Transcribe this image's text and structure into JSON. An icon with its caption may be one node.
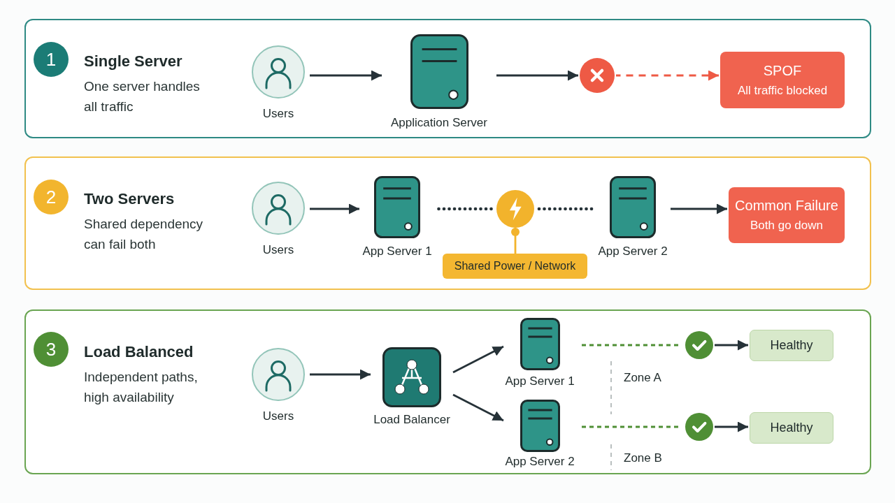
{
  "diagram": {
    "nodes": [
      {
        "text": [
          "Single Server",
          "One server handles all traffic"
        ]
      },
      {
        "text": [
          "1"
        ],
        "in": 0
      },
      {
        "text": [
          "Users"
        ],
        "in": 0
      },
      {
        "text": [
          "Application Server"
        ],
        "in": 0
      },
      {
        "text": [],
        "shape": "circle",
        "in": 0
      },
      {
        "text": [
          "SPOF",
          "All traffic blocked"
        ],
        "in": 0
      },
      {
        "text": [
          "Two Servers",
          "Shared dependency can fail both"
        ]
      },
      {
        "text": [
          "2"
        ],
        "in": 6
      },
      {
        "text": [
          "Users"
        ],
        "in": 6
      },
      {
        "text": [
          "App Server 1"
        ],
        "in": 6
      },
      {
        "text": [],
        "shape": "circle",
        "in": 6
      },
      {
        "text": [
          "Shared Power / Network"
        ],
        "in": 6
      },
      {
        "text": [
          "App Server 2"
        ],
        "in": 6
      },
      {
        "text": [
          "Common Failure",
          "Both go down"
        ],
        "in": 6
      },
      {
        "text": [
          "Load Balanced",
          "Independent paths, high availability"
        ]
      },
      {
        "text": [
          "3"
        ],
        "in": 14
      },
      {
        "text": [
          "Users"
        ],
        "in": 14
      },
      {
        "text": [
          "Load Balancer"
        ],
        "in": 14
      },
      {
        "text": [
          "App Server 1"
        ],
        "in": 14
      },
      {
        "text": [
          "App Server 2"
        ],
        "in": 14
      },
      {
        "text": [],
        "shape": "circle",
        "in": 14
      },
      {
        "text": [
          "Healthy"
        ],
        "in": 14
      },
      {
        "text": [],
        "shape": "circle",
        "in": 14
      },
      {
        "text": [
          "Healthy"
        ],
        "in": 14
      }
    ],
    "edges": [
      {
        "from": 2,
        "to": 3,
        "arrow": "to"
      },
      {
        "from": 3,
        "to": 4,
        "arrow": "to"
      },
      {
        "from": 4,
        "to": 5,
        "arrow": "to",
        "style": "dashed",
        "color": "#ee5a45"
      },
      {
        "from": 8,
        "to": 9,
        "arrow": "to"
      },
      {
        "from": 9,
        "to": 10,
        "arrow": "none",
        "style": "dashed"
      },
      {
        "from": 10,
        "to": 12,
        "arrow": "none",
        "style": "dashed"
      },
      {
        "from": 10,
        "to": 11,
        "arrow": "other",
        "color": "#f2b32c"
      },
      {
        "from": 12,
        "to": 13,
        "arrow": "to"
      },
      {
        "from": 16,
        "to": 17,
        "arrow": "to"
      },
      {
        "from": 17,
        "to": 18,
        "arrow": "to"
      },
      {
        "from": 17,
        "to": 19,
        "arrow": "to"
      },
      {
        "from": 18,
        "to": 20,
        "arrow": "none",
        "style": "dashed",
        "color": "#4f8f35"
      },
      {
        "from": 20,
        "to": 21,
        "arrow": "to"
      },
      {
        "from": 19,
        "to": 22,
        "arrow": "none",
        "style": "dashed",
        "color": "#4f8f35"
      },
      {
        "from": 22,
        "to": 23,
        "arrow": "to"
      }
    ],
    "labels": [
      "Zone A",
      "Zone B"
    ]
  }
}
